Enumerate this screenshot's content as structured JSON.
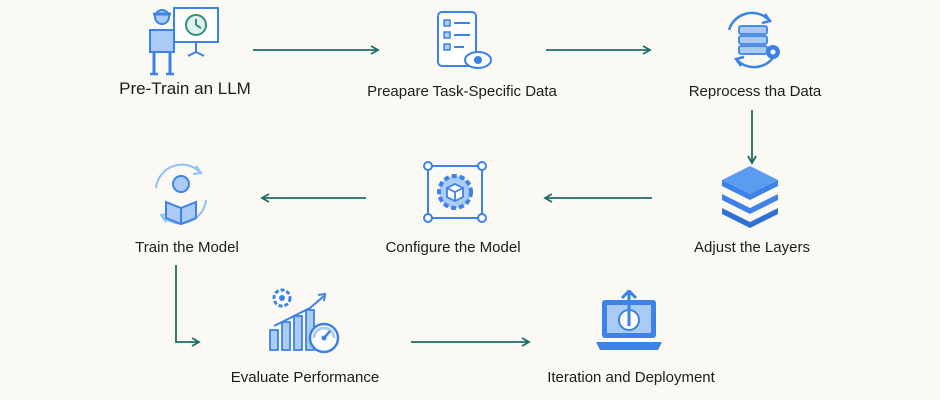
{
  "steps": [
    {
      "label": "Pre-Train an LLM",
      "icon": "presenter-board-icon"
    },
    {
      "label": "Preapare Task-Specific Data",
      "icon": "checklist-eye-icon"
    },
    {
      "label": "Reprocess tha Data",
      "icon": "database-refresh-gear-icon"
    },
    {
      "label": "Adjust the Layers",
      "icon": "stacked-layers-icon"
    },
    {
      "label": "Configure the Model",
      "icon": "gear-cube-icon"
    },
    {
      "label": "Train the Model",
      "icon": "user-book-cycle-icon"
    },
    {
      "label": "Evaluate Performance",
      "icon": "bar-chart-gauge-icon"
    },
    {
      "label": "Iteration and Deployment",
      "icon": "laptop-upload-icon"
    }
  ],
  "colors": {
    "arrow": "#1f6b66",
    "icon_primary": "#3d82e6",
    "icon_light": "#a9cbf5",
    "text": "#1c1c1c",
    "background": "#faf9f4"
  }
}
